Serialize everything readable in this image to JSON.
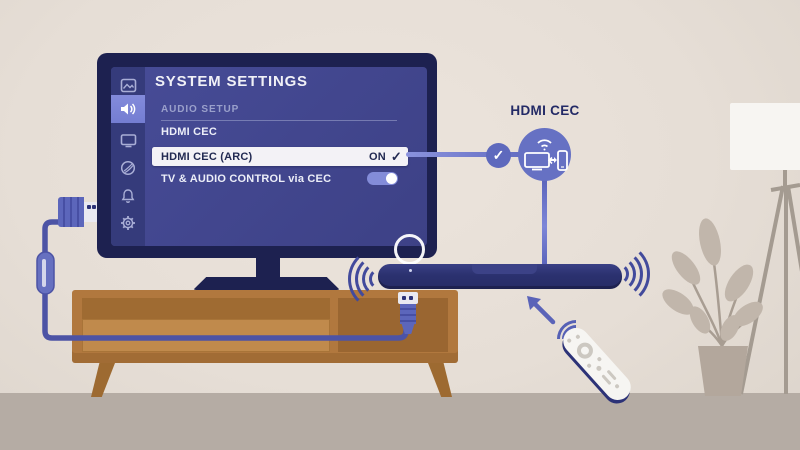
{
  "tv": {
    "menu": {
      "title": "SYSTEM SETTINGS",
      "section": "AUDIO SETUP",
      "items": [
        {
          "label": "HDMI CEC",
          "value": "",
          "state": "normal"
        },
        {
          "label": "HDMI CEC (ARC)",
          "value": "ON",
          "state": "selected-checked"
        },
        {
          "label": "TV & AUDIO CONTROL via CEC",
          "value": "",
          "state": "toggle-on"
        }
      ]
    },
    "sidebar_icons": [
      "picture-icon",
      "speaker-icon",
      "display-icon",
      "globe-icon",
      "bell-icon",
      "gear-icon"
    ],
    "sidebar_selected": "speaker-icon"
  },
  "badge": {
    "label": "HDMI CEC",
    "icons": [
      "check-icon",
      "wifi-icon",
      "tv-phone-sync-icon"
    ]
  },
  "icons": {
    "check": "✓"
  },
  "palette": {
    "accent_periwinkle": "#6671c3",
    "navy": "#1d2150",
    "screen_indigo": "#3d4186",
    "highlight_row": "#f3f2f6",
    "wall": "#e6ded6",
    "floor": "#b5aca4",
    "cabinet_wood": "#b1783e",
    "wave_indigo": "#424a9c"
  }
}
